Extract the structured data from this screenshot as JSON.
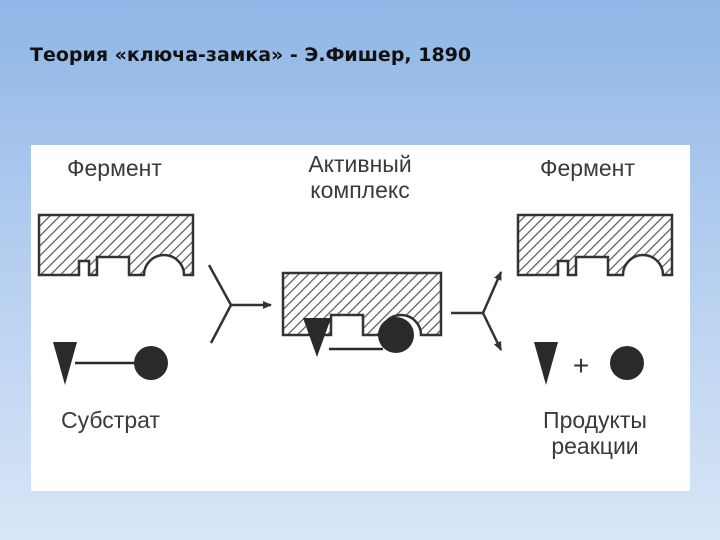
{
  "slide": {
    "title": "Теория «ключа-замка» - Э.Фишер, 1890"
  },
  "diagram": {
    "labels": {
      "enzyme_left": "Фермент",
      "complex_line1": "Активный",
      "complex_line2": "комплекс",
      "enzyme_right": "Фермент",
      "substrate": "Субстрат",
      "products_line1": "Продукты",
      "products_line2": "реакции"
    },
    "plus_sign": "+",
    "colors": {
      "background_top": "#8fb6e6",
      "background_bottom": "#d8e6f7",
      "panel": "#ffffff",
      "ink": "#333333"
    }
  }
}
